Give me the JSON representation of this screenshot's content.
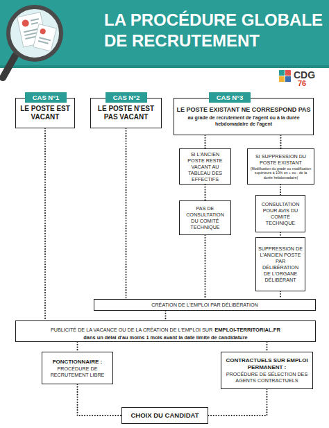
{
  "diagram": {
    "title": "LA PROCÉDURE GLOBALE DE RECRUTEMENT",
    "nodes": [
      {
        "text": [
          "CAS N°1",
          "LE POSTE EST VACANT"
        ]
      },
      {
        "text": [
          "CAS N°2",
          "LE POSTE N'EST PAS VACANT"
        ]
      },
      {
        "text": [
          "CAS N°3",
          "LE POSTE EXISTANT NE CORRESPOND PAS",
          "au grade de recrutement de l'agent ou à la durée hebdomadaire de l'agent"
        ]
      },
      {
        "text": [
          "SI L'ANCIEN POSTE RESTE VACANT AU TABLEAU DES EFFECTIFS"
        ]
      },
      {
        "text": [
          "SI SUPPRESSION DU POSTE EXISTANT",
          "(Modification du grade ou modification supérieure à 10% en + ou - de la durée hebdomadaire)"
        ]
      },
      {
        "text": [
          "PAS DE CONSULTATION DU COMITÉ TECHNIQUE"
        ]
      },
      {
        "text": [
          "CONSULTATION POUR AVIS DU COMITÉ TECHNIQUE"
        ]
      },
      {
        "text": [
          "SUPPRESSION DE L'ANCIEN POSTE PAR DÉLIBÉRATION DE L'ORGANE DÉLIBÉRANT"
        ]
      },
      {
        "text": [
          "CRÉATION DE L'EMPLOI PAR DÉLIBÉRATION"
        ]
      },
      {
        "text": [
          "PUBLICITÉ DE LA VACANCE OU DE LA CRÉATION DE L'EMPLOI SUR",
          "EMPLOI-TERRITORIAL.FR",
          "dans un délai d'au moins 1 mois avant la date limite de candidature"
        ]
      },
      {
        "text": [
          "FONCTIONNAIRE :",
          "PROCÉDURE DE RECRUTEMENT LIBRE"
        ]
      },
      {
        "text": [
          "CONTRACTUELS SUR EMPLOI PERMANENT :",
          "PROCÉDURE DE SÉLECTION DES AGENTS CONTRACTUELS"
        ]
      },
      {
        "text": [
          "CHOIX DU CANDIDAT"
        ]
      }
    ],
    "edges": [
      {
        "from": 0,
        "to": 9,
        "arrow": "none"
      },
      {
        "from": 1,
        "to": 8,
        "arrow": "none"
      },
      {
        "from": 2,
        "to": 3,
        "arrow": "none"
      },
      {
        "from": 2,
        "to": 4,
        "arrow": "none"
      },
      {
        "from": 3,
        "to": 5,
        "arrow": "none"
      },
      {
        "from": 4,
        "to": 6,
        "arrow": "none"
      },
      {
        "from": 6,
        "to": 7,
        "arrow": "none"
      },
      {
        "from": 5,
        "to": 8,
        "arrow": "none"
      },
      {
        "from": 7,
        "to": 8,
        "arrow": "none"
      },
      {
        "from": 8,
        "to": 9,
        "arrow": "none"
      },
      {
        "from": 9,
        "to": 10,
        "arrow": "none"
      },
      {
        "from": 9,
        "to": 11,
        "arrow": "none"
      },
      {
        "from": 10,
        "to": 12,
        "arrow": "none"
      },
      {
        "from": 11,
        "to": 12,
        "arrow": "none"
      }
    ],
    "labels": [
      "CDG",
      "76"
    ]
  }
}
